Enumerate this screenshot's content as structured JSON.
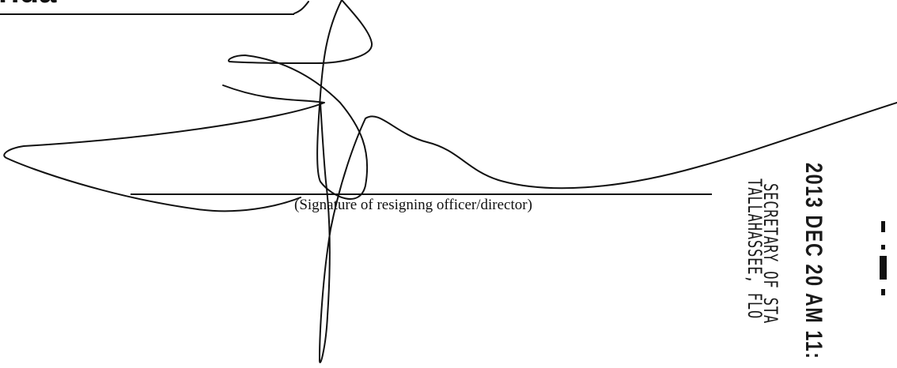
{
  "document": {
    "top_fragment": "rida",
    "signature_caption": "(Signature of resigning officer/director)"
  },
  "stamp": {
    "date_line": "2013 DEC 20  AM 11:",
    "office_line": "SECRETARY OF STA",
    "city_line": "TALLAHASSEE, FLO"
  },
  "colors": {
    "ink": "#111111",
    "paper": "#ffffff"
  }
}
